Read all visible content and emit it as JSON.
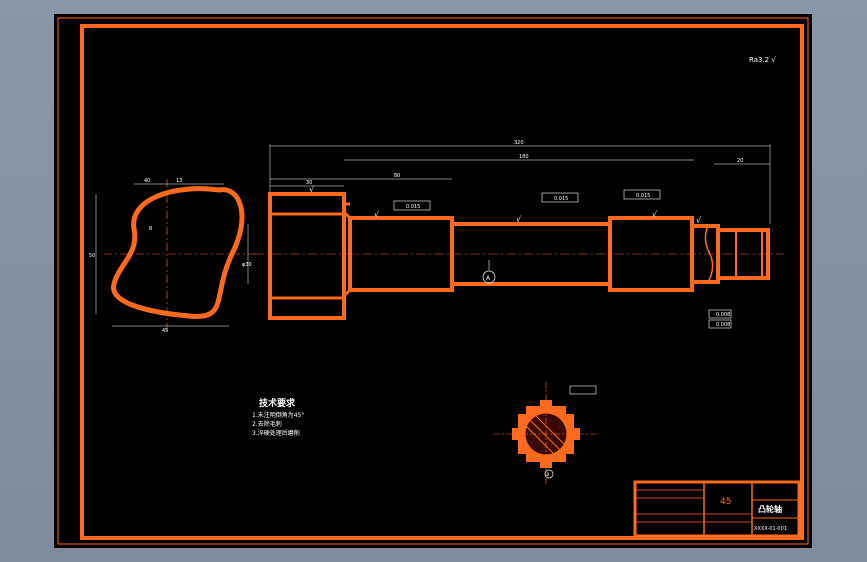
{
  "drawing": {
    "colors": {
      "outline": "#ff6a1f",
      "thin": "#ffffff",
      "sheet": "#000000",
      "window": "#8593a5"
    },
    "roughness_symbol": "Ra3.2 √",
    "tech": {
      "heading": "技术要求",
      "items": [
        "1.未注明倒角为45°",
        "2.去除毛刺",
        "3.淬硬处理后磨削"
      ]
    },
    "title_block": {
      "material": "45",
      "part_name": "凸轮轴",
      "drawing_no": "XXXX-01-001"
    },
    "dims": {
      "overall": "320",
      "seg_left": "30",
      "seg_mid": "80",
      "seg_mid2": "180",
      "seg_right": "20",
      "cam_w": "40",
      "cam_r": "13",
      "cam_r2": "8",
      "cam_dia": "φ30",
      "cam_h": "50",
      "cam_bot": "45"
    },
    "tolerances": {
      "t1": "0.015",
      "t2": "0.015",
      "t3": "0.015",
      "t4": "0.008",
      "t5": "0.008"
    },
    "sections": {
      "label_a": "A",
      "label_b": "B"
    }
  }
}
